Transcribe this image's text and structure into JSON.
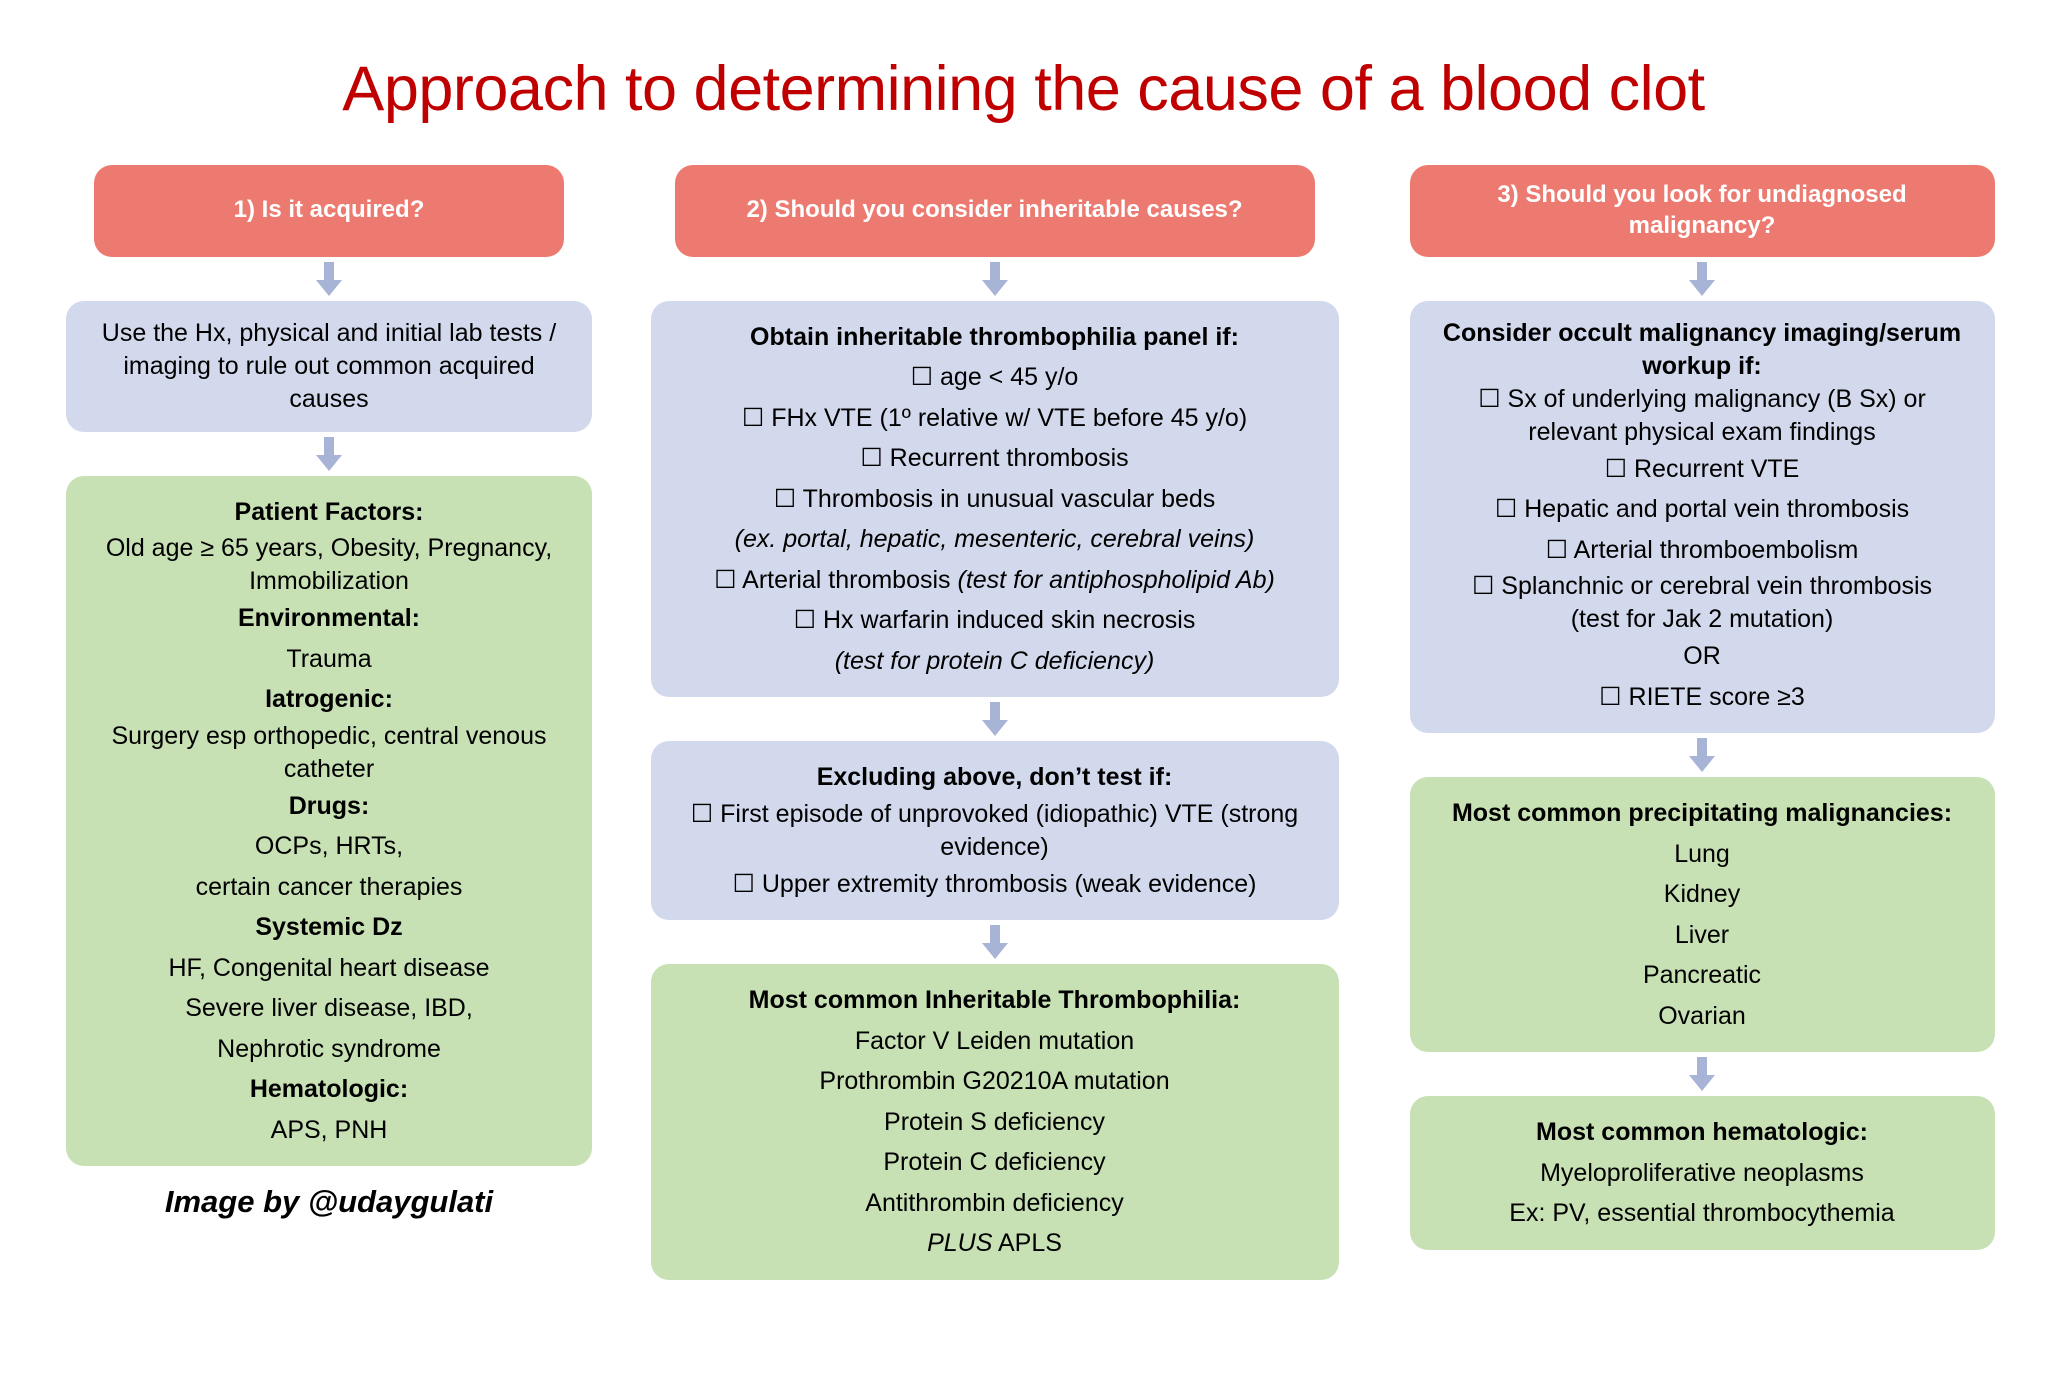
{
  "title": "Approach to determining the cause of a blood clot",
  "colors": {
    "title": "#C00000",
    "header_box": "#ED7A70",
    "blue_box": "#D2D9EC",
    "green_box": "#C7E0B4",
    "arrow": "#A8B4D6",
    "text": "#000000"
  },
  "checkbox_glyph": "☐",
  "credit": "Image by @udaygulati",
  "columns": [
    {
      "id": "acquired",
      "header": "1) Is it acquired?",
      "boxes": [
        {
          "type": "blue",
          "lines": [
            {
              "text": "Use the Hx, physical and initial lab tests /",
              "bold": false,
              "italic": false
            },
            {
              "text": "imaging to rule out common acquired",
              "bold": false,
              "italic": false
            },
            {
              "text": "causes",
              "bold": false,
              "italic": false
            }
          ]
        },
        {
          "type": "green",
          "lines": [
            {
              "text": "Patient Factors:",
              "bold": true,
              "italic": false
            },
            {
              "text": "Old age ≥ 65 years, Obesity, Pregnancy,",
              "bold": false,
              "italic": false
            },
            {
              "text": "Immobilization",
              "bold": false,
              "italic": false
            },
            {
              "text": "Environmental:",
              "bold": true,
              "italic": false
            },
            {
              "text": "Trauma",
              "bold": false,
              "italic": false
            },
            {
              "text": "Iatrogenic:",
              "bold": true,
              "italic": false
            },
            {
              "text": "Surgery esp orthopedic, central venous",
              "bold": false,
              "italic": false
            },
            {
              "text": "catheter",
              "bold": false,
              "italic": false
            },
            {
              "text": "Drugs:",
              "bold": true,
              "italic": false
            },
            {
              "text": "OCPs, HRTs,",
              "bold": false,
              "italic": false
            },
            {
              "text": "certain cancer therapies",
              "bold": false,
              "italic": false
            },
            {
              "text": "Systemic Dz",
              "bold": true,
              "italic": false
            },
            {
              "text": "HF, Congenital heart disease",
              "bold": false,
              "italic": false
            },
            {
              "text": "Severe liver disease, IBD,",
              "bold": false,
              "italic": false
            },
            {
              "text": "Nephrotic syndrome",
              "bold": false,
              "italic": false
            },
            {
              "text": "Hematologic:",
              "bold": true,
              "italic": false
            },
            {
              "text": "APS, PNH",
              "bold": false,
              "italic": false
            }
          ]
        }
      ]
    },
    {
      "id": "inheritable",
      "header": "2) Should you consider inheritable causes?",
      "boxes": [
        {
          "type": "blue",
          "lines": [
            {
              "text": "Obtain inheritable thrombophilia panel if:",
              "bold": true,
              "italic": false
            },
            {
              "text": "☐ age < 45 y/o",
              "bold": false,
              "italic": false
            },
            {
              "text": "☐ FHx VTE (1º relative w/ VTE before 45 y/o)",
              "bold": false,
              "italic": false
            },
            {
              "text": "☐ Recurrent thrombosis",
              "bold": false,
              "italic": false
            },
            {
              "text": "☐ Thrombosis in unusual vascular beds",
              "bold": false,
              "italic": false
            },
            {
              "text": "(ex. portal, hepatic, mesenteric, cerebral veins)",
              "bold": false,
              "italic": true
            },
            {
              "text": "☐ Arterial thrombosis (test for antiphospholipid Ab)",
              "bold": false,
              "italic": false,
              "mixed": true
            },
            {
              "text": "☐ Hx warfarin induced skin necrosis",
              "bold": false,
              "italic": false
            },
            {
              "text": "(test for protein C deficiency)",
              "bold": false,
              "italic": true
            }
          ]
        },
        {
          "type": "blue",
          "lines": [
            {
              "text": "Excluding above, don’t test if:",
              "bold": true,
              "italic": false
            },
            {
              "text": "☐ First episode of unprovoked (idiopathic) VTE (strong",
              "bold": false,
              "italic": false
            },
            {
              "text": "evidence)",
              "bold": false,
              "italic": false
            },
            {
              "text": "☐ Upper extremity thrombosis (weak evidence)",
              "bold": false,
              "italic": false
            }
          ]
        },
        {
          "type": "green",
          "lines": [
            {
              "text": "Most common Inheritable Thrombophilia:",
              "bold": true,
              "italic": false
            },
            {
              "text": "Factor V Leiden mutation",
              "bold": false,
              "italic": false
            },
            {
              "text": "Prothrombin G20210A mutation",
              "bold": false,
              "italic": false
            },
            {
              "text": "Protein S deficiency",
              "bold": false,
              "italic": false
            },
            {
              "text": "Protein C deficiency",
              "bold": false,
              "italic": false
            },
            {
              "text": "Antithrombin deficiency",
              "bold": false,
              "italic": false
            },
            {
              "text": "PLUS APLS",
              "bold": false,
              "italic": false
            }
          ]
        }
      ]
    },
    {
      "id": "malignancy",
      "header": "3) Should you look for undiagnosed malignancy?",
      "boxes": [
        {
          "type": "blue",
          "lines": [
            {
              "text": "Consider occult malignancy imaging/serum",
              "bold": true,
              "italic": false
            },
            {
              "text": "workup if:",
              "bold": true,
              "italic": false
            },
            {
              "text": "☐ Sx of underlying malignancy (B Sx) or",
              "bold": false,
              "italic": false
            },
            {
              "text": "relevant physical exam findings",
              "bold": false,
              "italic": false
            },
            {
              "text": "☐ Recurrent VTE",
              "bold": false,
              "italic": false
            },
            {
              "text": "☐ Hepatic and portal vein thrombosis",
              "bold": false,
              "italic": false
            },
            {
              "text": "☐ Arterial thromboembolism",
              "bold": false,
              "italic": false
            },
            {
              "text": "☐ Splanchnic or cerebral vein thrombosis",
              "bold": false,
              "italic": false
            },
            {
              "text": "(test for Jak 2 mutation)",
              "bold": false,
              "italic": false
            },
            {
              "text": "OR",
              "bold": false,
              "italic": false
            },
            {
              "text": "☐ RIETE score ≥3",
              "bold": false,
              "italic": false
            }
          ]
        },
        {
          "type": "green",
          "lines": [
            {
              "text": "Most common precipitating malignancies:",
              "bold": true,
              "italic": false
            },
            {
              "text": "Lung",
              "bold": false,
              "italic": false
            },
            {
              "text": "Kidney",
              "bold": false,
              "italic": false
            },
            {
              "text": "Liver",
              "bold": false,
              "italic": false
            },
            {
              "text": "Pancreatic",
              "bold": false,
              "italic": false
            },
            {
              "text": "Ovarian",
              "bold": false,
              "italic": false
            }
          ]
        },
        {
          "type": "green",
          "lines": [
            {
              "text": "Most common hematologic:",
              "bold": true,
              "italic": false
            },
            {
              "text": "Myeloproliferative neoplasms",
              "bold": false,
              "italic": false
            },
            {
              "text": "Ex: PV, essential thrombocythemia",
              "bold": false,
              "italic": false
            }
          ]
        }
      ]
    }
  ]
}
